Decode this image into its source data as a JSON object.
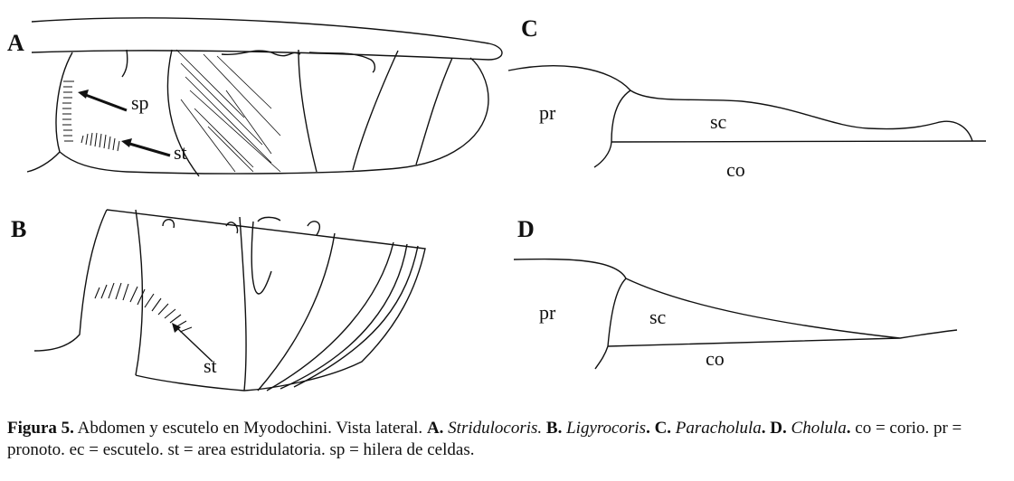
{
  "panels": {
    "A": {
      "label": "A",
      "annotations": {
        "sp": "sp",
        "st": "st"
      }
    },
    "B": {
      "label": "B",
      "annotations": {
        "st": "st"
      }
    },
    "C": {
      "label": "C",
      "annotations": {
        "pr": "pr",
        "sc": "sc",
        "co": "co"
      }
    },
    "D": {
      "label": "D",
      "annotations": {
        "pr": "pr",
        "sc": "sc",
        "co": "co"
      }
    }
  },
  "caption": {
    "figure": "Figura 5.",
    "text1": " Abdomen y escutelo en Myodochini. Vista lateral. ",
    "a_label": "A.",
    "a_taxon": " Stridulocoris.",
    "b_label": " B.",
    "b_taxon": " Ligyrocoris",
    "b_dot": ".",
    "c_label": " C.",
    "c_taxon": " Paracholula",
    "c_dot": ".",
    "d_label": " D.",
    "d_taxon": " Cholula",
    "d_dot": ".",
    "text2": " co = corio. pr = pronoto. ec = escutelo. st = area estridulatoria. sp = hilera de celdas."
  }
}
